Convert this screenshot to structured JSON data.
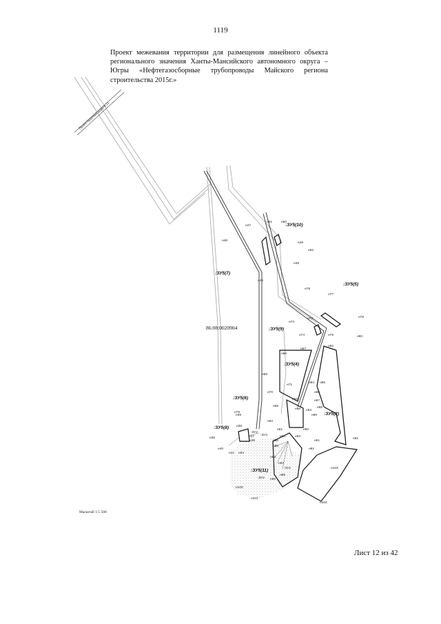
{
  "page_number": "1119",
  "title_lines": [
    "Проект межевания территории для размещения линейного объекта",
    "регионального значения Ханты-Мансийского автономного округа –",
    "Югры «Нефтегазосборные трубопроводы Майского региона",
    "строительства 2015г.»"
  ],
  "map": {
    "road_label": "Проектируемая дорога 11",
    "cadastral_quarter": "86:08:0020904",
    "zones": [
      {
        "label": ":ЗУ5(10)"
      },
      {
        "label": ":ЗУ5(7)"
      },
      {
        "label": ":ЗУ5(5)"
      },
      {
        "label": ":ЗУ5(9)"
      },
      {
        "label": ":ЗУ5(4)"
      },
      {
        "label": ":ЗУ5(6)"
      },
      {
        "label": ":ЗУ5(2)"
      },
      {
        "label": ":ЗУ5(8)"
      },
      {
        "label": ":ЗУ5(11)"
      }
    ],
    "sub_labels": [
      ":ЗУ3",
      ":ЗУ2",
      ":ЗУ2",
      ":ЗУ2"
    ],
    "points": [
      {
        "label": "н51"
      },
      {
        "label": "н50"
      },
      {
        "label": "н47"
      },
      {
        "label": "н49"
      },
      {
        "label": "н48"
      },
      {
        "label": "н52"
      },
      {
        "label": "н46"
      },
      {
        "label": "н45"
      },
      {
        "label": "н78"
      },
      {
        "label": "н77"
      },
      {
        "label": "н72"
      },
      {
        "label": "н76"
      },
      {
        "label": "н73"
      },
      {
        "label": "н75"
      },
      {
        "label": "н74"
      },
      {
        "label": "н80"
      },
      {
        "label": "н82"
      },
      {
        "label": "н67"
      },
      {
        "label": "н68"
      },
      {
        "label": "н71"
      },
      {
        "label": "н84"
      },
      {
        "label": "н85"
      },
      {
        "label": "н69"
      },
      {
        "label": "н86"
      },
      {
        "label": "н70"
      },
      {
        "label": "н56"
      },
      {
        "label": "н87"
      },
      {
        "label": "н55"
      },
      {
        "label": "н58"
      },
      {
        "label": "н53"
      },
      {
        "label": "н88"
      },
      {
        "label": "н89"
      },
      {
        "label": "н60"
      },
      {
        "label": "н39"
      },
      {
        "label": "н90"
      },
      {
        "label": "н79"
      },
      {
        "label": "н38"
      },
      {
        "label": "н61"
      },
      {
        "label": "н92"
      },
      {
        "label": "н37"
      },
      {
        "label": "н94"
      },
      {
        "label": "н81"
      },
      {
        "label": "н35"
      },
      {
        "label": "н93"
      },
      {
        "label": "н36"
      },
      {
        "label": "н95"
      },
      {
        "label": "н96"
      },
      {
        "label": "н91"
      },
      {
        "label": "н40"
      },
      {
        "label": "н41"
      },
      {
        "label": "н34"
      },
      {
        "label": "н97"
      },
      {
        "label": "н98"
      },
      {
        "label": "н103"
      },
      {
        "label": "н99"
      },
      {
        "label": "н83"
      },
      {
        "label": "н100"
      },
      {
        "label": "н101"
      },
      {
        "label": "н102"
      }
    ]
  },
  "scale_label": "Масштаб 1:5 500",
  "sheet_label": "Лист 12 из 42"
}
